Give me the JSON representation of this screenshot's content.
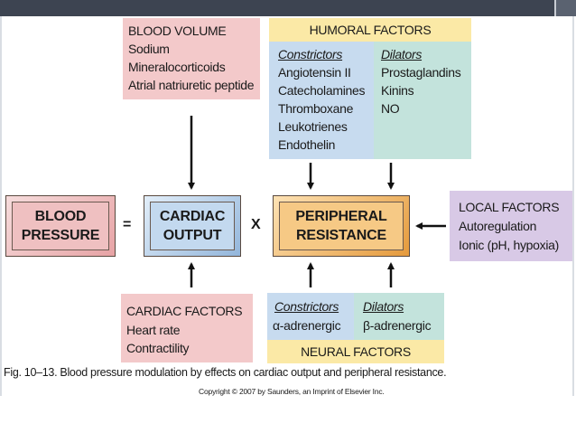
{
  "blood_volume": {
    "title": "BLOOD VOLUME",
    "items": [
      "Sodium",
      "Mineralocorticoids",
      "Atrial natriuretic peptide"
    ]
  },
  "humoral": {
    "title": "HUMORAL FACTORS",
    "constrictors_label": "Constrictors",
    "constrictors": [
      "Angiotensin II",
      "Catecholamines",
      "Thromboxane",
      "Leukotrienes",
      "Endothelin"
    ],
    "dilators_label": "Dilators",
    "dilators": [
      "Prostaglandins",
      "Kinins",
      "NO"
    ]
  },
  "center": {
    "blood_pressure": [
      "BLOOD",
      "PRESSURE"
    ],
    "equals": "=",
    "cardiac_output": [
      "CARDIAC",
      "OUTPUT"
    ],
    "times": "X",
    "peripheral_resistance": [
      "PERIPHERAL",
      "RESISTANCE"
    ]
  },
  "local": {
    "title": "LOCAL FACTORS",
    "items": [
      "Autoregulation",
      "Ionic (pH, hypoxia)"
    ]
  },
  "cardiac_factors": {
    "title": "CARDIAC FACTORS",
    "items": [
      "Heart rate",
      "Contractility"
    ]
  },
  "neural": {
    "constrictors_label": "Constrictors",
    "constrictor": "α-adrenergic",
    "dilators_label": "Dilators",
    "dilator": "β-adrenergic",
    "title": "NEURAL FACTORS"
  },
  "caption": "Fig. 10–13. Blood pressure modulation by effects on cardiac output and peripheral resistance.",
  "copyright": "Copyright © 2007 by Saunders, an Imprint of Elsevier Inc."
}
